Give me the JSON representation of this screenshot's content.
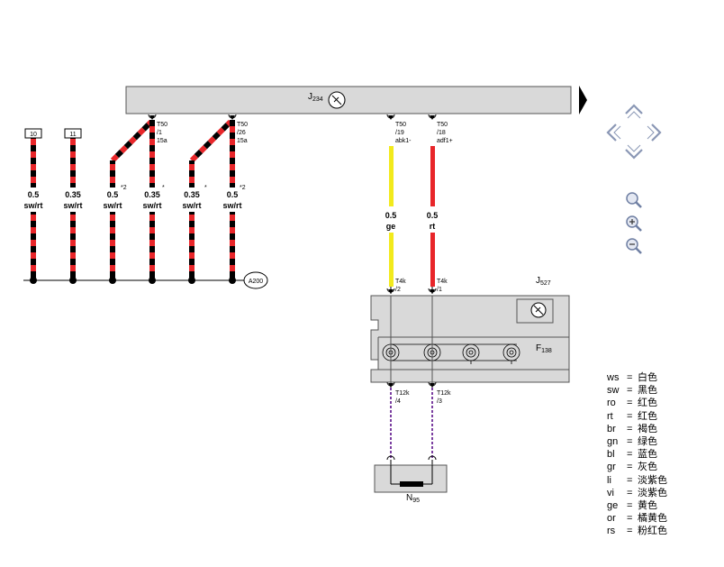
{
  "components": {
    "j234": {
      "label": "J",
      "sub": "234"
    },
    "j527": {
      "label": "J",
      "sub": "527"
    },
    "f138": {
      "label": "F",
      "sub": "138"
    },
    "n95": {
      "label": "N",
      "sub": "95"
    },
    "a200": {
      "label": "A200"
    }
  },
  "ground_boxes": [
    "10",
    "11"
  ],
  "connectors_top": [
    {
      "l1": "T50",
      "l2": "/1",
      "l3": "15a"
    },
    {
      "l1": "T50",
      "l2": "/26",
      "l3": "15a"
    },
    {
      "l1": "T50",
      "l2": "/19",
      "l3": "abk1-"
    },
    {
      "l1": "T50",
      "l2": "/18",
      "l3": "adf1+"
    }
  ],
  "connectors_mid": [
    {
      "l1": "T4k",
      "l2": "/2"
    },
    {
      "l1": "T4k",
      "l2": "/1"
    }
  ],
  "connectors_bottom": [
    {
      "l1": "T12k",
      "l2": "/4"
    },
    {
      "l1": "T12k",
      "l2": "/3"
    }
  ],
  "wires": [
    {
      "size": "0.5",
      "color": "sw/rt"
    },
    {
      "size": "0.35",
      "color": "sw/rt"
    },
    {
      "size": "0.5",
      "color": "sw/rt",
      "note": "*2"
    },
    {
      "size": "0.35",
      "color": "sw/rt",
      "note": "*"
    },
    {
      "size": "0.35",
      "color": "sw/rt",
      "note": "*"
    },
    {
      "size": "0.5",
      "color": "sw/rt",
      "note": "*2"
    },
    {
      "size": "0.5",
      "color": "ge"
    },
    {
      "size": "0.5",
      "color": "rt"
    }
  ],
  "legend": [
    {
      "code": "ws",
      "eq": "=",
      "name": "白色"
    },
    {
      "code": "sw",
      "eq": "=",
      "name": "黑色"
    },
    {
      "code": "ro",
      "eq": "=",
      "name": "红色"
    },
    {
      "code": "rt",
      "eq": "=",
      "name": "红色"
    },
    {
      "code": "br",
      "eq": "=",
      "name": "褐色"
    },
    {
      "code": "gn",
      "eq": "=",
      "name": "绿色"
    },
    {
      "code": "bl",
      "eq": "=",
      "name": "蓝色"
    },
    {
      "code": "gr",
      "eq": "=",
      "name": "灰色"
    },
    {
      "code": "li",
      "eq": "=",
      "name": "淡紫色"
    },
    {
      "code": "vi",
      "eq": "=",
      "name": "淡紫色"
    },
    {
      "code": "ge",
      "eq": "=",
      "name": "黄色"
    },
    {
      "code": "or",
      "eq": "=",
      "name": "橘黄色"
    },
    {
      "code": "rs",
      "eq": "=",
      "name": "粉红色"
    }
  ],
  "colors": {
    "black": "#000000",
    "red": "#e8262a",
    "yellow": "#f2ea1c",
    "violet": "#7b3fa0",
    "module_fill": "#d9d9d9",
    "nav_icon": "#8a97b5"
  },
  "icons": {
    "next_page": "arrow-right-icon",
    "pan": "pan-arrows-icon",
    "zoom": "magnifier-icon",
    "zoom_in": "zoom-in-icon",
    "zoom_out": "zoom-out-icon",
    "module_symbol": "circle-x-icon"
  }
}
